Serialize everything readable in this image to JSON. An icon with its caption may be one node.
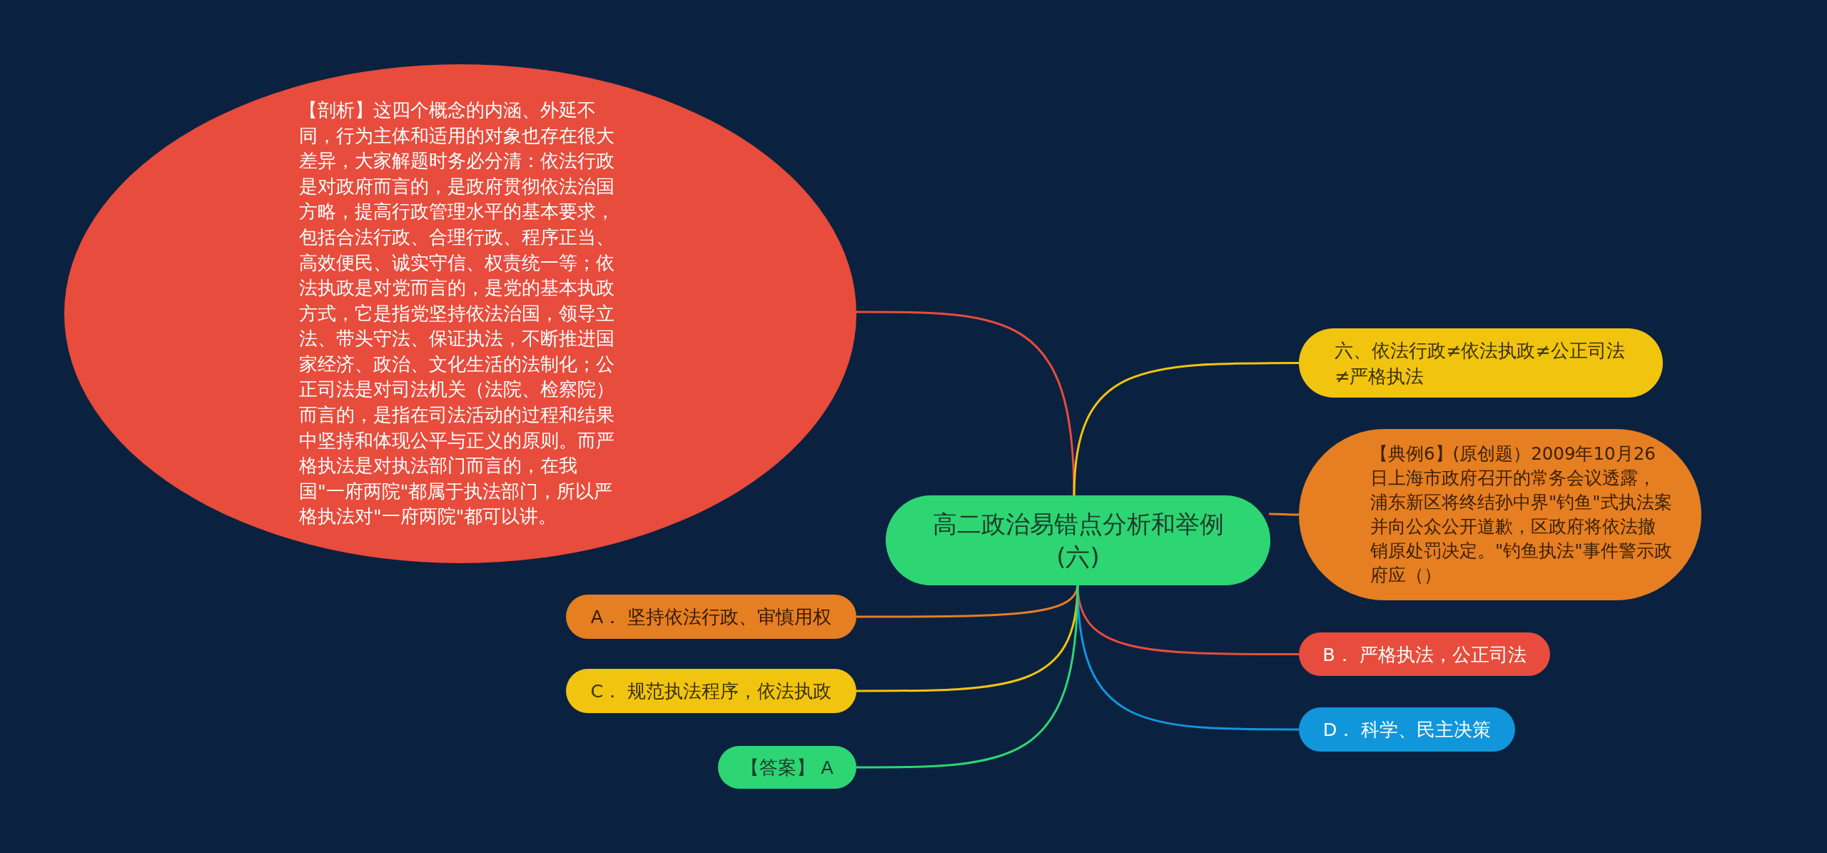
{
  "diagram": {
    "nodes": [
      {
        "text": [
          "高二政治易错点分析和举例(六)"
        ]
      },
      {
        "text": [
          "【剖析】这四个概念的内涵、外延不同，行为主体和适用的对象也存在很大差异，大家解题时务必分清：依法行政是对政府而言的，是政府贯彻依法治国方略，提高行政管理水平的基本要求，包括合法行政、合理行政、程序正当、高效便民、诚实守信、权责统一等；依法执政是对党而言的，是党的基本执政方式，它是指党坚持依法治国，领导立法、带头守法、保证执法，不断推进国家经济、政治、文化生活的法制化；公正司法是对司法机关（法院、检察院）而言的，是指在司法活动的过程和结果中坚持和体现公平与正义的原则。而严格执法是对执法部门而言的，在我国\"一府两院\"都属于执法部门，所以严格执法对\"一府两院\"都可以讲。"
        ]
      },
      {
        "text": [
          "六、依法行政≠依法执政≠公正司法≠严格执法"
        ]
      },
      {
        "text": [
          "【典例6】(原创题）2009年10月26日上海市政府召开的常务会议透露，浦东新区将终结孙中界\"钓鱼\"式执法案并向公众公开道歉，区政府将依法撤销原处罚决定。\"钓鱼执法\"事件警示政府应（）"
        ]
      },
      {
        "text": [
          "A． 坚持依法行政、审慎用权"
        ]
      },
      {
        "text": [
          "B． 严格执法，公正司法"
        ]
      },
      {
        "text": [
          "C． 规范执法程序，依法执政"
        ]
      },
      {
        "text": [
          "D． 科学、民主决策"
        ]
      },
      {
        "text": [
          "【答案】 A"
        ]
      }
    ],
    "edges": [
      {
        "from": 0,
        "to": 1,
        "arrow": "none",
        "color": "#e74c3c"
      },
      {
        "from": 0,
        "to": 2,
        "arrow": "none",
        "color": "#f1c40f"
      },
      {
        "from": 0,
        "to": 3,
        "arrow": "none",
        "color": "#e67e22"
      },
      {
        "from": 0,
        "to": 4,
        "arrow": "none",
        "color": "#e67e22"
      },
      {
        "from": 0,
        "to": 5,
        "arrow": "none",
        "color": "#e74c3c"
      },
      {
        "from": 0,
        "to": 6,
        "arrow": "none",
        "color": "#f1c40f"
      },
      {
        "from": 0,
        "to": 7,
        "arrow": "none",
        "color": "#1296db"
      },
      {
        "from": 0,
        "to": 8,
        "arrow": "none",
        "color": "#2ed573"
      }
    ]
  }
}
